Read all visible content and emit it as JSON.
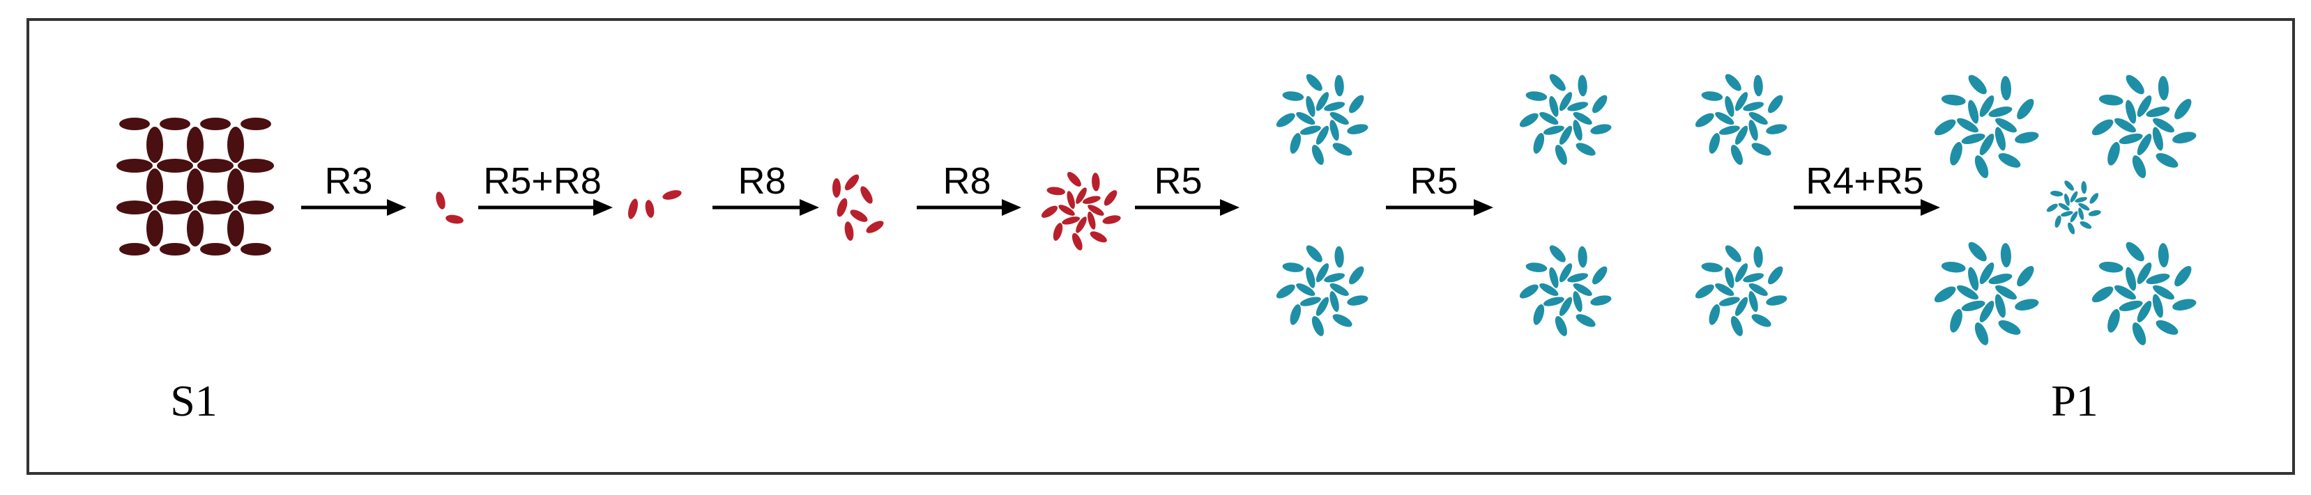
{
  "colors": {
    "start": "#4a0f10",
    "intermediate": "#b8202c",
    "cluster": "#1e8fa6",
    "arrow": "#000000",
    "frame": "#333333"
  },
  "labels": {
    "start": "S1",
    "product": "P1"
  },
  "steps": [
    {
      "label": "R3"
    },
    {
      "label": "R5+R8"
    },
    {
      "label": "R8"
    },
    {
      "label": "R8"
    },
    {
      "label": "R5"
    },
    {
      "label": "R5"
    },
    {
      "label": "R4+R5"
    }
  ]
}
